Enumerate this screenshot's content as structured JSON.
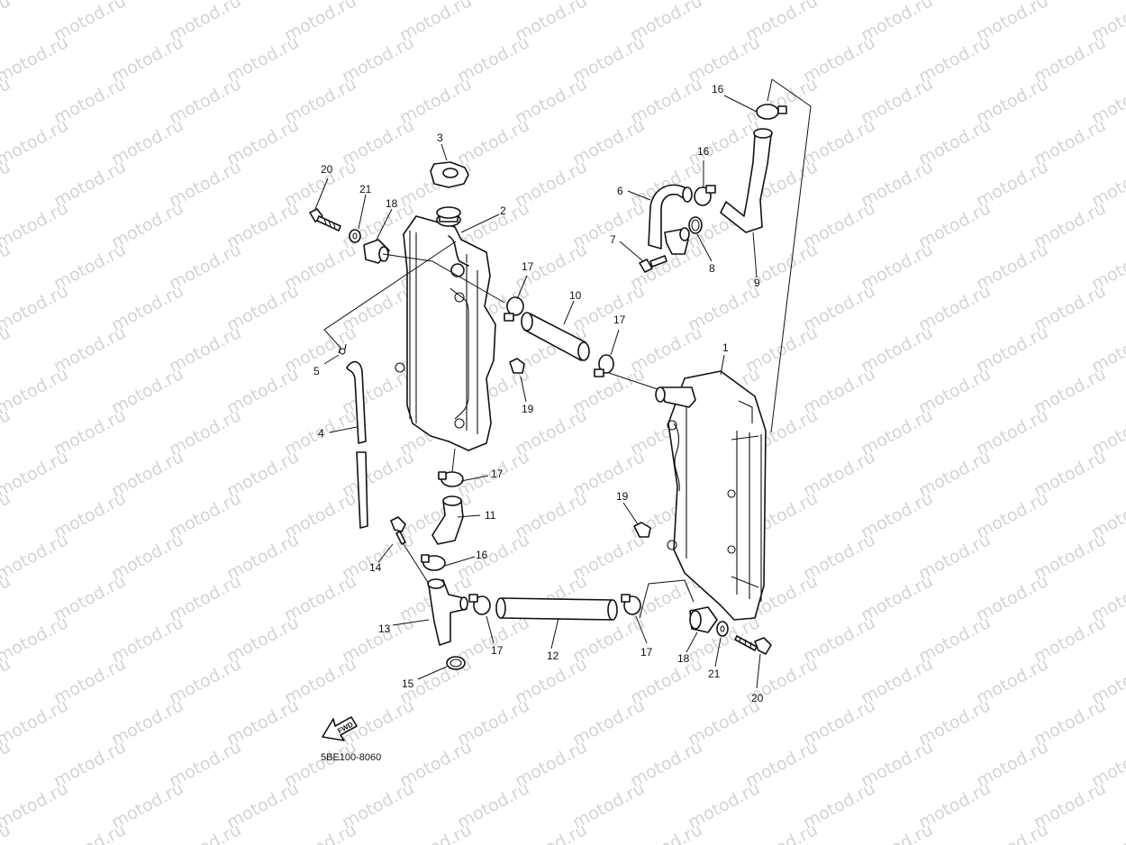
{
  "watermark": {
    "text": "motod.ru",
    "color": "#d4d4d4"
  },
  "diagram": {
    "code": "5BE100-8060",
    "forward_marker": "FWD",
    "callouts": {
      "p1": "1",
      "p2": "2",
      "p3": "3",
      "p4": "4",
      "p5": "5",
      "p6": "6",
      "p7": "7",
      "p8": "8",
      "p9": "9",
      "p10": "10",
      "p11": "11",
      "p12": "12",
      "p13": "13",
      "p14": "14",
      "p15": "15",
      "p16a": "16",
      "p16b": "16",
      "p16c": "16",
      "p17a": "17",
      "p17b": "17",
      "p17c": "17",
      "p17d": "17",
      "p17e": "17",
      "p18a": "18",
      "p18b": "18",
      "p19a": "19",
      "p19b": "19",
      "p20a": "20",
      "p20b": "20",
      "p21a": "21",
      "p21b": "21"
    },
    "line_color": "#111111",
    "background": "#ffffff"
  }
}
